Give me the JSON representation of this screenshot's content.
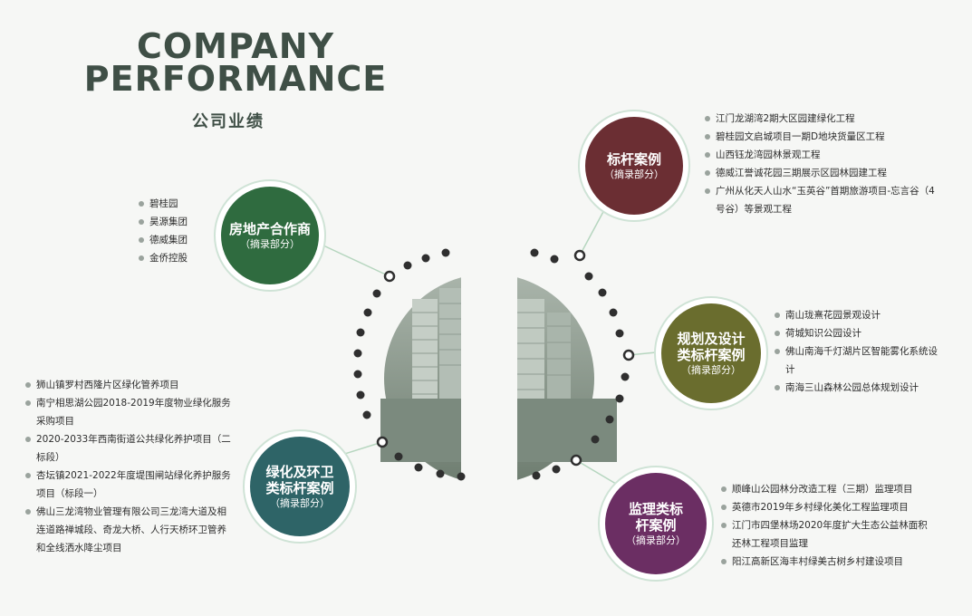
{
  "title": {
    "en_line1": "COMPANY",
    "en_line2": "PERFORMANCE",
    "zh": "公司业绩"
  },
  "categories": {
    "real_estate": {
      "main": "房地产合作商",
      "sub": "（摘录部分）",
      "color": "#2f6b3f",
      "items": [
        "碧桂园",
        "昊源集团",
        "德威集团",
        "金侨控股"
      ]
    },
    "benchmark": {
      "main": "标杆案例",
      "sub": "（摘录部分）",
      "color": "#6b2e33",
      "items": [
        "江门龙湖湾2期大区园建绿化工程",
        "碧桂园文启城项目一期D地块货量区工程",
        "山西钰龙湾园林景观工程",
        "德威江誉诚花园三期展示区园林园建工程",
        "广州从化天人山水“玉英谷”首期旅游项目-忘言谷（4号谷）等景观工程"
      ]
    },
    "planning": {
      "main": "规划及设计",
      "main2": "类标杆案例",
      "sub": "（摘录部分）",
      "color": "#6a6d2e",
      "items": [
        "南山珑熹花园景观设计",
        "荷城知识公园设计",
        "佛山南海千灯湖片区智能雾化系统设计",
        "南海三山森林公园总体规划设计"
      ]
    },
    "greening": {
      "main": "绿化及环卫",
      "main2": "类标杆案例",
      "sub": "（摘录部分）",
      "color": "#2e6467",
      "items": [
        "狮山镇罗村西隆片区绿化管养项目",
        "南宁相思湖公园2018-2019年度物业绿化服务采购项目",
        "2020-2033年西南街道公共绿化养护项目（二标段）",
        "杏坛镇2021-2022年度堤围闸站绿化养护服务项目（标段一）",
        "佛山三龙湾物业管理有限公司三龙湾大道及相连道路禅城段、奇龙大桥、人行天桥环卫管养和全线洒水降尘项目"
      ]
    },
    "supervision": {
      "main": "监理类标",
      "main2": "杆案例",
      "sub": "（摘录部分）",
      "color": "#6b2e63",
      "items": [
        "顺峰山公园林分改造工程（三期）监理项目",
        "英德市2019年乡村绿化美化工程监理项目",
        "江门市四堡林场2020年度扩大生态公益林面积还林工程项目监理",
        "阳江高新区海丰村绿美古树乡村建设项目"
      ]
    }
  }
}
